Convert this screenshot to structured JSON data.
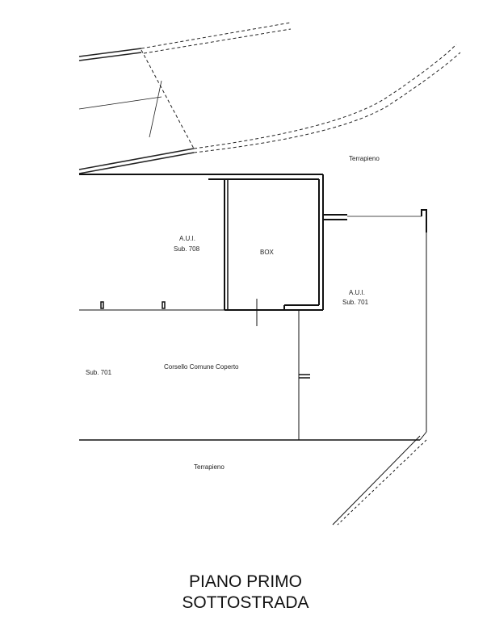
{
  "plan": {
    "labels": {
      "terrapieno_top": "Terrapieno",
      "aui_708_line1": "A.U.I.",
      "aui_708_line2": "Sub. 708",
      "box": "BOX",
      "aui_701_line1": "A.U.I.",
      "aui_701_line2": "Sub. 701",
      "sub_701": "Sub. 701",
      "corsello": "Corsello Comune Coperto",
      "terrapieno_bottom": "Terrapieno"
    }
  },
  "title": {
    "line1": "PIANO PRIMO",
    "line2": "SOTTOSTRADA"
  }
}
